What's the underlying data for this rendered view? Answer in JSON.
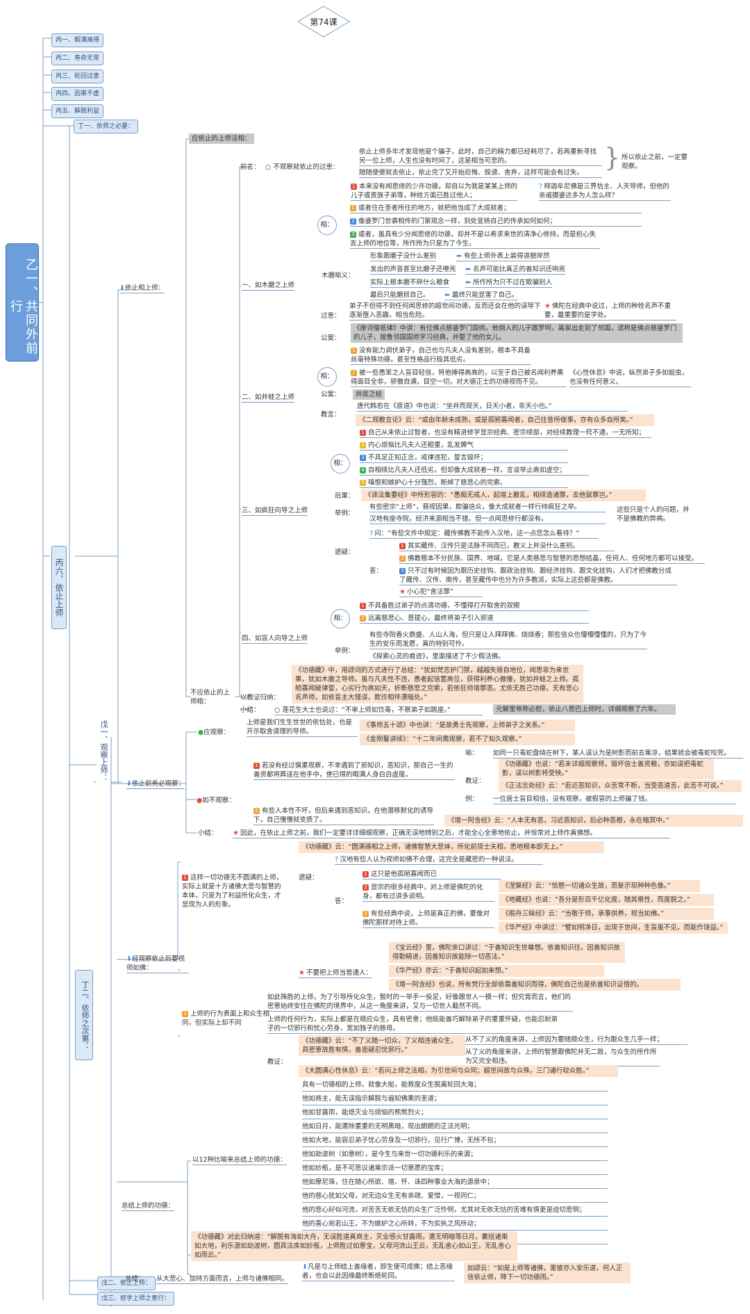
{
  "title": "第74课",
  "root": "乙一、共同外前行",
  "top_items": [
    "丙一、暇满难得",
    "丙二、寿命无常",
    "丙三、轮回过患",
    "丙四、因果不虚",
    "丙五、解脱利益"
  ],
  "d1": "丁一、依师之必要：",
  "b6": "丙六、依止上师",
  "w1": "戊一、观察上师：",
  "d2": "丁二、依师之次第：",
  "w2": "戊二、依止上师：",
  "w3": "戊三、修学上师之意行：",
  "sec1": {
    "title": "依止相上师：",
    "gray_header": "应依止的上师法相：",
    "not_rely": "不应依止的上师相：",
    "qianyan": "前言：",
    "not_observe": "不观察就依止的过患：",
    "p1": "依止上师多年才发现他是个骗子，此时，自己的精力都已经耗尽了，若再重新寻找另一位上师，人生也没有时间了，这是相当可悲的。",
    "p2": "随随便便就去依止，依止完了又开始后悔、毁谤、舍弃，这样可能会有过失。",
    "p3": "所以依止之前，一定要观察。",
    "p4": "本来没有闻思修的少许功德，却自以为我是某某上师的儿子或贵族子弟等，种姓方面已胜过他人；",
    "p5": "释迦牟尼佛是三界怙主、人天导师，但他的亲戚摄婆达多为人怎么样？",
    "x1": "一、如木磨之上师",
    "xiang": "相：",
    "x1a": "或者住在圣者所住的地方，就把他当成了大成就者；",
    "x1b": "像婆罗门世袭相传的门第观念一样，到处宣扬自己的传承如何如何；",
    "x1c": "或者，虽具有少分闻思修的功德，却并不是以希求来世的清净心修持，而是担心失去上师的地位等，所作所为只是为了今生。",
    "mumo_yu": "木磨喻义：",
    "m1a": "形象跟磨子没什么差别",
    "m1b": "有些上师外表上装得道貌岸然",
    "m2a": "发出的声音甚至比磨子还嘹亮",
    "m2b": "名声可能比真正的善知识还响亮",
    "m3a": "实际上根本磨不碎什么粮食",
    "m3b": "所作所为只不过在欺骗别人",
    "m4a": "最后只能磨损自己。",
    "m4b": "最终只能显害了自己。",
    "guohuan": "过患：",
    "gh1": "弟子不但得不到任何闻思修的超世间功德，反而还会在他的误导下逐渐堕入恶趣，相当危险。",
    "gh2": "佛陀在经典中说过，上师的种姓名声不重要，最重要的是学处。",
    "gongan": "公案：",
    "ga1": "《摩诃僧祇律》中讲：有位佛点慈婆罗门国师。他佣人的儿子跟罗呵，离家出走到了邻国，谎称是佛点慈婆罗门的儿子，按鲁邻国国师学习经典，并娶了他的女儿。",
    "x2": "二、如井蛙之上师",
    "x2a": "没有能力调伏弟子，自己也与凡夫人没有差别，根本不具备丝毫特殊功德，甚至性格品行极其低劣。",
    "x2b": "被一些愚笨之人盲目轻信，将他捧得高高的，以至于自己被名闻利养熏得面目全非，骄傲自满，目空一切，对大德正士的功德视而不见。",
    "x2c": "《心性休息》中说，纵然弟子多如姐虫，也没有任何意义。",
    "ga2": "井底之蛙",
    "jiaoyan": "教言：",
    "jy1": "唐代韩愈在《原道》中也说：“坐井而观天，日天小者，非天小也。”",
    "jy2": "《二规教言论》云：“或由年龄未成熟，或是孤陋寡闻者，自己往昔所做事，亦有众多自所笑。”",
    "x3": "三、如疯狂向导之上师",
    "x3a": "自己从未依止过智者，也没有精进修学显宗经典、密宗续部，对经续教理一窍不通，一无所知；",
    "x3b": "内心烦恼比凡夫人还粗重，乱发脾气",
    "x3c": "不具足正知正念，戒律违犯，誓言毁坏；",
    "x3d": "自相续比凡夫人还低劣，但却像大成就者一样，言谈举止高如虚空；",
    "x3e": "嗔恨和嫉妒心十分强烈，断掉了慈悲心的完索。",
    "houguo": "后果：",
    "hg1": "《谛法集要经》中所形容的：“愚痴无戒人，起增上散乱，相续造诸罪，去他鼠罪岂。”",
    "juli": "举例：",
    "jl1": "有些密宗“上师”，藐视因果，欺骗信众，像大成就者一样行持疯狂之举。",
    "jl2": "汉地有座寺院，经济来源相当不错，但一点闻思修行都没有。",
    "jl3": "这些只是个人的问题，并不是佛教的弊病。",
    "zheyi": "遮疑：",
    "zy_q": "问：“有些文件中规定：藏传佛教不能传入汉地，这一点您怎么看待？”",
    "da": "答：",
    "zy1": "其实藏传、汉传只是法脉不同而已，教义上并没什么差别。",
    "zy2": "佛教根本不分民族、国界、地域，它是人类慈悲与智慧的思想结晶，任何人、任何地方都可以接受。",
    "zy3": "只不过有时候因为跟历史挂钩、跟政治挂钩、跟经济挂钩、跟文化挂钩，人们才把佛教分成了藏传、汉传、南传，甚至藏传中也分为许多教派，实际上这些都是佛教。",
    "zy4": "小心犯“舍法罪”",
    "x4": "四、如盲人向导之上师",
    "x4a": "不具备胜过弟子的点滴功德，不懂得打开取舍的双眼",
    "x4b": "远离慈悲心、菩提心，最终将弟子引入邪道",
    "jl4": "有些寺院香火鼎盛、人山人海，但只是让人拜拜佛、烧烧香；那些信众也懵懵懂懂的，只为了今生的安乐而发愿，真的特别可怜。",
    "jl5": "《探索心灵的痕迹》，里面描述了不少假活佛。",
    "yijiao": "以教证归纳：",
    "yj1": "《功德藏》中，用颂词的方式进行了总结：“犹如梵志护门禁，越越失毁自地位，闻思非为来世果，犹如木磨之导师。虽与凡夫性不违，愚者起信置高位，获得利养心傲慢，犹如井蛙之上师。孤陋寡闻破律誓，心劣行为高如天，折断慈悲之完索，若依狂师增罪恶。尤依无胜己功德，无有悲心名声师，如依盲主大错误，欺诈相伴漂暗处。”",
    "xiaojie": "小结：",
    "xj1": "莲花生大士也说过：“不审上师如饮毒，不察弟子如跳崖。”",
    "xj2": "元解里帝称必恕，依止八思巴上师时，详细观察了六年。"
  },
  "sec2": {
    "title": "依止前务必观察：",
    "yingguan": "应观察：",
    "yg1": "上师是我们生生世世的依怙处，也是开示取舍道理的导师。",
    "yg2": "《事师五十颂》中也讲：“是故勇士先观察，上师弟子之关系。”",
    "yg3": "《金刚鬘讲续》：“十二年间需观察，若不了知久观察。”",
    "bu": "如不观察：",
    "bu1": "若没有经过慎重观察，不幸遇到了邪知识，恶知识，那自己一生的善资都将葬送在他手中，使已得的暇满人身白白虚度。",
    "yu": "喻：",
    "yu1": "如同一只毒蛇盘绕在树下，某人误认为是树影而前去乘凉，结果就会被毒蛇咬死。",
    "jiaozheng": "教证：",
    "jz1": "《功德藏》也说：“若未详细观察师，毁坏信士善资粮，亦如误把毒蛇影，误以树影将受殃。”",
    "jz2": "《正法念处经》云：“若近恶知识，众苦常不断，当受恶道苦，此苦不可说。”",
    "li": "例：",
    "li1": "一位居士盲目相信，没有观察，被假冒的上师骗了钱。",
    "bu2": "有些人本性不坏，但后来遇到恶知识，在他潜移默化的诱导下，自己慢慢就变质了。",
    "bu3": "《增一阿含经》云：“人本无有恶，习近恶知识，后必种恶根，永在暗冥中。”",
    "xiaojie2": "小结：",
    "xj3": "因此，在依止上师之前，我们一定要详详细细观察，正确无误地辨别之后，才能全心全意地依止，并恒常对上师作真佛想。"
  },
  "sec3": {
    "title": "经观察依止后要视师如佛：",
    "h1": "这样一切功德无不圆满的上师，实际上就是十方诸佛大悲与智慧的本体，只是为了利益所化众生，才显现为人的形象。",
    "c1": "《功德藏》云：“圆满德相之上师，诸佛智慧大悲体，所化前现士夫相，悉地根本即无上。”",
    "zheyi2": "遮疑：",
    "q2": "汉地有些人认为视师如佛不合理，这完全是藏密的一种说法。",
    "da2": "答：",
    "a1": "这只是他孤陋寡闻而已",
    "a2": "显宗的很多经典中，对上师是佛陀的化身，都有过讲多说明。",
    "a2a": "《涅槃经》云：“恰愍一切诸众生故，而复示现种种色像。”",
    "a2b": "《地藏经》也说：“吾分是形百千亿化度，随其根性，而度脱之。”",
    "a3": "有些经典中说，上师是真正的佛，要像对佛陀那样对待上师。",
    "a3a": "《般舟三昧经》云：“当敬于师，承事供养，视当如佛。”",
    "a3b": "《华严经》中讲过：“譬如明净日，出现于世间，生盲虽不见，而能作饶益。”",
    "ordinary": "不要把上师当普通人：",
    "o1": "《宝云经》里，佛陀亲口讲过：“于善知识生世尊想。依善知识往。因善知识故得勤精进，因善知识故能除一切恶法。”",
    "o2": "《华严经》亦云：“于善知识起如来想。”",
    "o3": "《增一阿含经》也说，所有梵行全部依靠善知识而得，佛陀自己也是依善知识证悟的。",
    "h2": "上师的行为表面上和众生相同，但实际上却不同",
    "h2a": "如此殊胜的上师，为了引导所化众生，暂时的一举手一投足，好像跟世人一模一样；但究竟而言，他们的密意始终安住在佛陀的境界中，从这一角度来讲，又与一切世人截然不同。",
    "h2b": "上师的任何行为，实际上都是在顺应众生，具有密意；他既能善巧解除弟子的重重怀疑，也能忍耐弟子的一切邪行和忧心劳身，宽如独子的慈母。",
    "jz3": "教证：",
    "c3": "《功德藏》云：“不了义随一切众，了义相违诸众生，具密意故胜有情，善逝疑忍忧邪行。”",
    "c3a": "从不了义的角度来讲，上师因为要随顺众生，行为跟众生几乎一样；",
    "c3b": "从了义的角度来讲，上师的智慧跟佛陀并无二致，与众生的所作所为又完全相违。",
    "c4": "《大圆满心性休息》云：“若问上师之法相，为引世间与众同；超世间故与众殊，三门诸行较众胜。”"
  },
  "sec4": {
    "title": "总结上师的功德：",
    "s1": "以12种比喻来总结上师的功德：",
    "list": [
      "具有一切德相的上师，就像大船，能救度众生脱离轮回大海；",
      "他如商主，能无误指示解脱与遍知佛果的圣道；",
      "他如甘露雨，能熄灭业与烦恼的熊熊烈火；",
      "他如日月，能遣除重重的无明黑暗，现出朗朗的正法光明；",
      "他如大地，能容忍弟子忧心劳身及一切邪行，见行广博，无所不包；",
      "他如劫波树（如意树），是今生与来世一切功德利乐的来源；",
      "他如妙瓶，是不可思议诸乘宗派一切意愿的宝库；",
      "他如摩尼珠，住在随心所欲、增、怀、诛四种事业大海的源泉中；",
      "他的慈心犹如父母，对无边众生无有亲疏、爱憎，一视同仁；",
      "他的悲心好似河流，对苦苦无依无怙的众生广泛怜悯，尤其对无依无怙的苦难有情更是迫切悲悯；",
      "他的喜心宛若山王，不为嫉妒之心所转，不为实执之风所动；",
      "他的舍心恰似雨云，自相续不被贪嗔所扰乱。"
    ],
    "c5": "《功德藏》对此归纳道：“解脱有海如大舟，无误胜道真商主，灭业感火甘露雨，遣无明暗等日月，囊括诸乘如大地，利乐源如劫波树，圆具法库如妙瓶，上师胜过如意宝，父母河流山王云，无乱舍心如山王，无乱舍心如雨云。”",
    "zongjie": "总结：",
    "z1": "从大悲心、加持方面而言，上师与诸佛相同。",
    "z2": "凡是与上师结上善缘者，即生便可成佛；结上恶缘者，也会以此因缘最终断绝轮回。",
    "z3": "如颂云：“如是上师等诸佛，害彼亦入安乐道，何人正信依止师，降下一切功德雨。”"
  }
}
